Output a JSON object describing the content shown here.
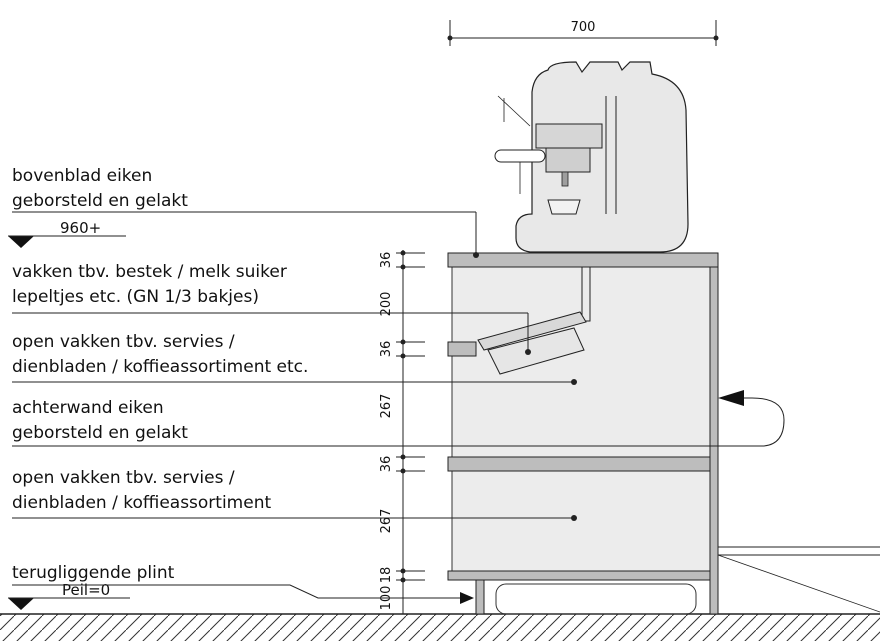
{
  "dimensions": {
    "top_width": "700",
    "d_top_board": "36",
    "d_upper_drawer": "200",
    "d_shelf_1": "36",
    "d_open_1": "267",
    "d_shelf_2": "36",
    "d_open_2": "267",
    "d_bottom": "18",
    "d_plinth": "100"
  },
  "levels": {
    "top": "960+",
    "floor": "Peil=0"
  },
  "labels": {
    "top_board": [
      "bovenblad eiken",
      "geborsteld en gelakt"
    ],
    "drawer": [
      "vakken tbv. bestek / melk suiker",
      "lepeltjes etc. (GN 1/3 bakjes)"
    ],
    "open_1": [
      "open vakken tbv. servies /",
      "dienbladen / koffieassortiment etc."
    ],
    "back_wall": [
      "achterwand eiken",
      "geborsteld en gelakt"
    ],
    "open_2": [
      "open vakken tbv. servies /",
      "dienbladen / koffieassortiment"
    ],
    "plinth": [
      "terugliggende plint"
    ]
  },
  "colors": {
    "panel_fill": "#ececec",
    "board_fill": "#bdbdbd",
    "line": "#222222"
  }
}
